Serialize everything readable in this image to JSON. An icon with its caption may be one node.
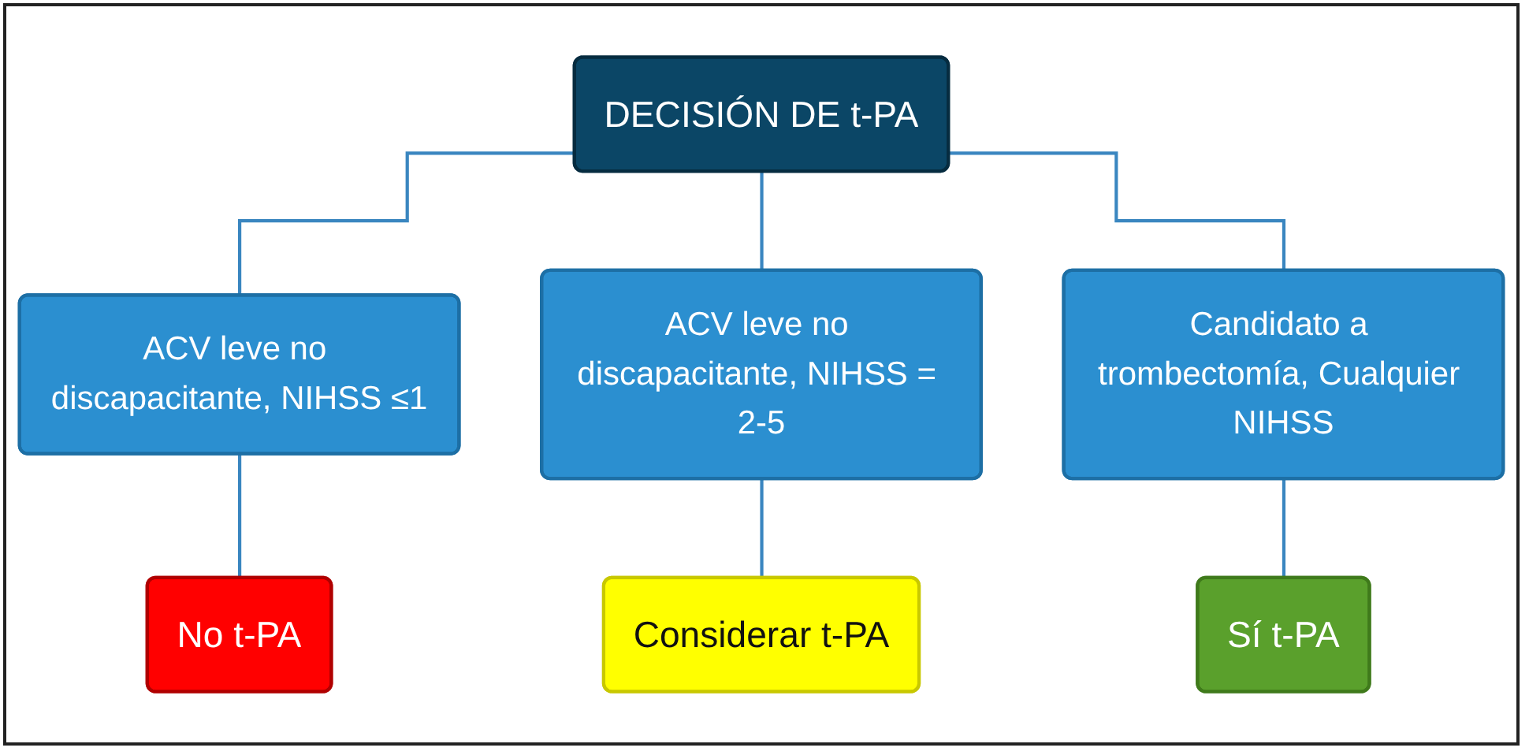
{
  "diagram": {
    "nodes": [
      {
        "text": [
          "DECISIÓN DE t-PA"
        ]
      },
      {
        "text": [
          "ACV leve no discapacitante, NIHSS ≤1"
        ]
      },
      {
        "text": [
          "ACV leve no discapacitante, NIHSS = 2-5"
        ]
      },
      {
        "text": [
          "Candidato a trombectomía, Cualquier NIHSS"
        ]
      },
      {
        "text": [
          "No t-PA"
        ]
      },
      {
        "text": [
          "Considerar t-PA"
        ]
      },
      {
        "text": [
          "Sí t-PA"
        ]
      }
    ],
    "edges": [
      {
        "from": 0,
        "to": 1,
        "arrow": "none"
      },
      {
        "from": 0,
        "to": 2,
        "arrow": "none"
      },
      {
        "from": 0,
        "to": 3,
        "arrow": "none"
      },
      {
        "from": 1,
        "to": 4,
        "arrow": "none"
      },
      {
        "from": 2,
        "to": 5,
        "arrow": "none"
      },
      {
        "from": 3,
        "to": 6,
        "arrow": "none"
      }
    ]
  }
}
